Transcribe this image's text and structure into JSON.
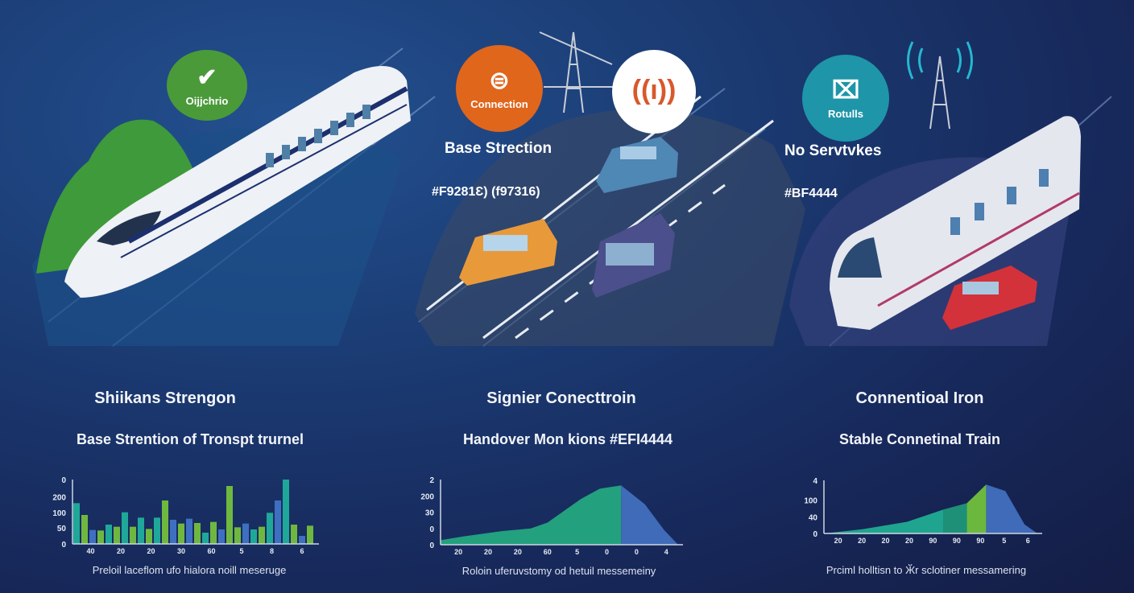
{
  "badges": [
    {
      "label": "Oijjchrio",
      "color": "#4a9a3a",
      "icon": "wrench-check-icon",
      "glyph": "✔"
    },
    {
      "label": "Connection",
      "color": "#e0661c",
      "icon": "link-icon",
      "glyph": "⊜"
    },
    {
      "label": "",
      "color": "#ffffff",
      "icon": "signal-antenna-icon",
      "glyph": "((ı))"
    },
    {
      "label": "Rotulls",
      "color": "#1e95a8",
      "icon": "tower-cross-icon",
      "glyph": "⌧"
    }
  ],
  "scenes": {
    "middle_title": "Base Strection",
    "middle_code": "#F9281Ɛ) (f97316)",
    "right_title": "No Servtvkes",
    "right_code": "#BF4444"
  },
  "sections": [
    {
      "title": "Shiikans Strengon",
      "subtitle": "Base Strention of Tronspt trurnel"
    },
    {
      "title": "Signier Conecttroin",
      "subtitle": "Handover Mon kions #EFI4444"
    },
    {
      "title": "Connentioal Iron",
      "subtitle": "Stable Connetinal Train"
    }
  ],
  "chart_data": [
    {
      "type": "bar",
      "title": "",
      "xlabel": "Preloil laceflom ufo hialora noill meseruge",
      "ylabel": "",
      "ylim": [
        0,
        120
      ],
      "yticks": [
        {
          "v": 0,
          "label": "0"
        },
        {
          "v": 25,
          "label": "50"
        },
        {
          "v": 49,
          "label": "100"
        },
        {
          "v": 73,
          "label": "200"
        },
        {
          "v": 100,
          "label": "0"
        }
      ],
      "xticks": [
        "40",
        "20",
        "20",
        "30",
        "60",
        "5",
        "8",
        "6"
      ],
      "values": [
        76,
        54,
        26,
        25,
        36,
        32,
        59,
        32,
        49,
        28,
        49,
        81,
        45,
        38,
        47,
        39,
        21,
        41,
        27,
        108,
        31,
        38,
        27,
        32,
        58,
        81,
        120,
        36,
        15,
        34
      ],
      "colors": [
        "#1fa89a",
        "#6fb83f",
        "#3f6fc0",
        "#6fb83f",
        "#1fa89a",
        "#6fb83f",
        "#1fa89a",
        "#6fb83f",
        "#1fa89a",
        "#6fb83f",
        "#1fa89a",
        "#6fb83f",
        "#3f6fc0",
        "#6fb83f",
        "#3f6fc0",
        "#6fb83f",
        "#1fa89a",
        "#6fb83f",
        "#3f6fc0",
        "#6fb83f",
        "#6fb83f",
        "#3f6fc0",
        "#1fa89a",
        "#6fb83f",
        "#1fa89a",
        "#3f6fc0",
        "#1fa89a",
        "#6fb83f",
        "#3f6fc0",
        "#6fb83f"
      ]
    },
    {
      "type": "area",
      "title": "",
      "xlabel": "Roloin uferuvstomy od hetuil messemeiny",
      "ylabel": "",
      "ylim": [
        0,
        100
      ],
      "yticks": [
        {
          "v": 0,
          "label": "0"
        },
        {
          "v": 25,
          "label": "0"
        },
        {
          "v": 50,
          "label": "30"
        },
        {
          "v": 75,
          "label": "200"
        },
        {
          "v": 100,
          "label": "2"
        }
      ],
      "xticks": [
        "20",
        "20",
        "20",
        "60",
        "5",
        "0",
        "0",
        "4"
      ],
      "series": [
        {
          "color": "#23a07e",
          "x": [
            0,
            10,
            26,
            38,
            45,
            59,
            67,
            76
          ],
          "y": [
            7,
            13,
            21,
            25,
            34,
            70,
            86,
            91
          ]
        },
        {
          "color": "#3f6bb8",
          "x": [
            76,
            86,
            94,
            100
          ],
          "y": [
            91,
            62,
            23,
            0
          ]
        }
      ]
    },
    {
      "type": "area",
      "title": "",
      "xlabel": "Prciml holltisn to Ӂr sclotiner messamering",
      "ylabel": "",
      "ylim": [
        0,
        100
      ],
      "yticks": [
        {
          "v": 0,
          "label": "0"
        },
        {
          "v": 31,
          "label": "40"
        },
        {
          "v": 63,
          "label": "100"
        },
        {
          "v": 100,
          "label": "4"
        }
      ],
      "xticks": [
        "20",
        "20",
        "20",
        "20",
        "90",
        "90",
        "90",
        "5",
        "6"
      ],
      "series": [
        {
          "color": "#1fa58f",
          "x": [
            0,
            18,
            39,
            56
          ],
          "y": [
            0,
            8,
            22,
            45
          ]
        },
        {
          "color": "#1e9078",
          "x": [
            56,
            67
          ],
          "y": [
            45,
            57
          ]
        },
        {
          "color": "#6cb83e",
          "x": [
            67,
            76
          ],
          "y": [
            57,
            92
          ]
        },
        {
          "color": "#3f6bb8",
          "x": [
            76,
            85,
            94,
            100
          ],
          "y": [
            92,
            80,
            17,
            0
          ]
        }
      ]
    }
  ]
}
